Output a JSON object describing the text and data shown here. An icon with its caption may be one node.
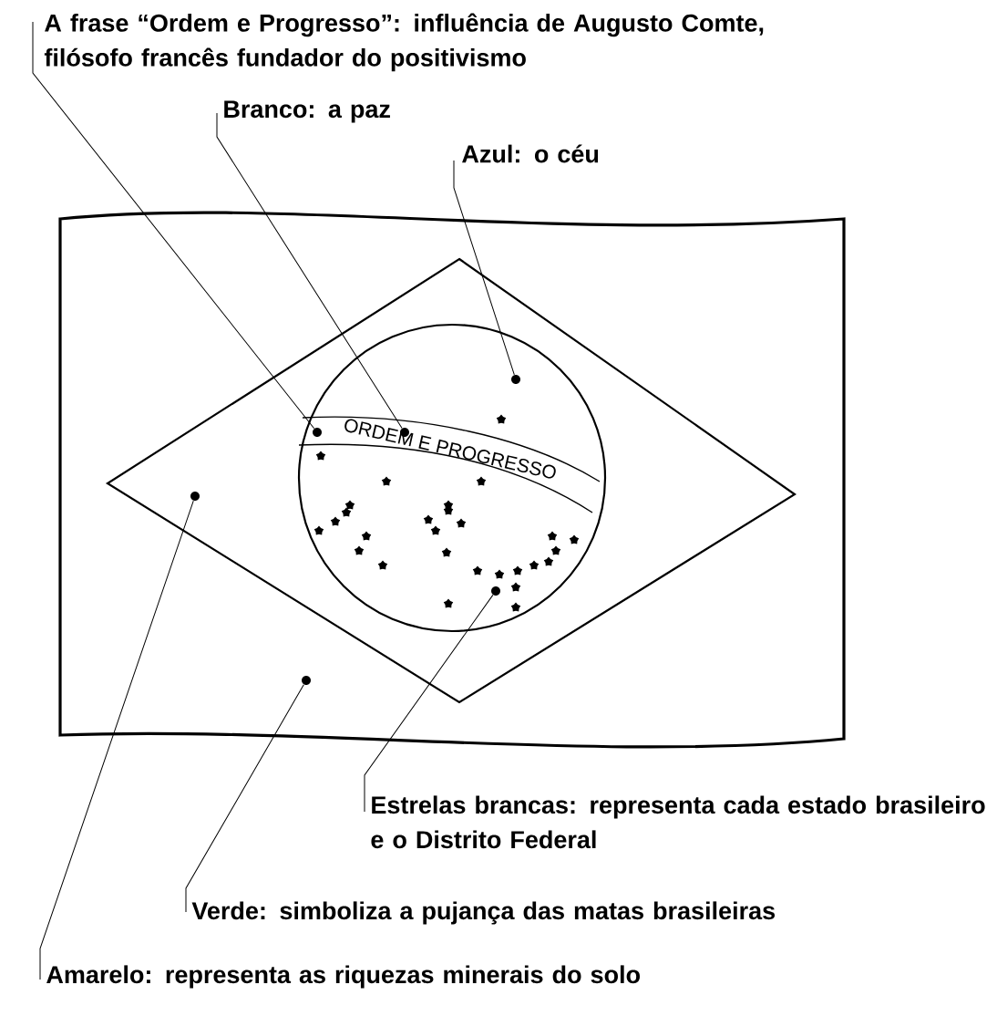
{
  "diagram": {
    "nodes": [
      {
        "text": [
          "A frase “Ordem e Progresso”: influência de Augusto Comte, filósofo francês fundador do positivismo"
        ]
      },
      {
        "text": [
          "Branco: a paz"
        ]
      },
      {
        "text": [
          "Azul: o céu"
        ]
      },
      {
        "text": [
          "Estrelas brancas: representa cada estado brasileiro e o Distrito Federal"
        ]
      },
      {
        "text": [
          "Verde: simboliza a pujança das matas brasileiras"
        ]
      },
      {
        "text": [
          "Amarelo: representa as riquezas minerais do solo"
        ]
      },
      {
        "text": [],
        "shape": "circle"
      },
      {
        "text": [],
        "shape": "circle"
      },
      {
        "text": [],
        "shape": "circle"
      },
      {
        "text": [],
        "shape": "circle"
      },
      {
        "text": [],
        "shape": "circle"
      },
      {
        "text": [],
        "shape": "circle"
      }
    ],
    "edges": [
      {
        "from": 0,
        "to": 6,
        "arrow": "none"
      },
      {
        "from": 1,
        "to": 7,
        "arrow": "none"
      },
      {
        "from": 2,
        "to": 8,
        "arrow": "none"
      },
      {
        "from": 3,
        "to": 9,
        "arrow": "none"
      },
      {
        "from": 4,
        "to": 10,
        "arrow": "none"
      },
      {
        "from": 5,
        "to": 11,
        "arrow": "none"
      }
    ],
    "labels": [
      "ORDEM E PROGRESSO"
    ]
  }
}
